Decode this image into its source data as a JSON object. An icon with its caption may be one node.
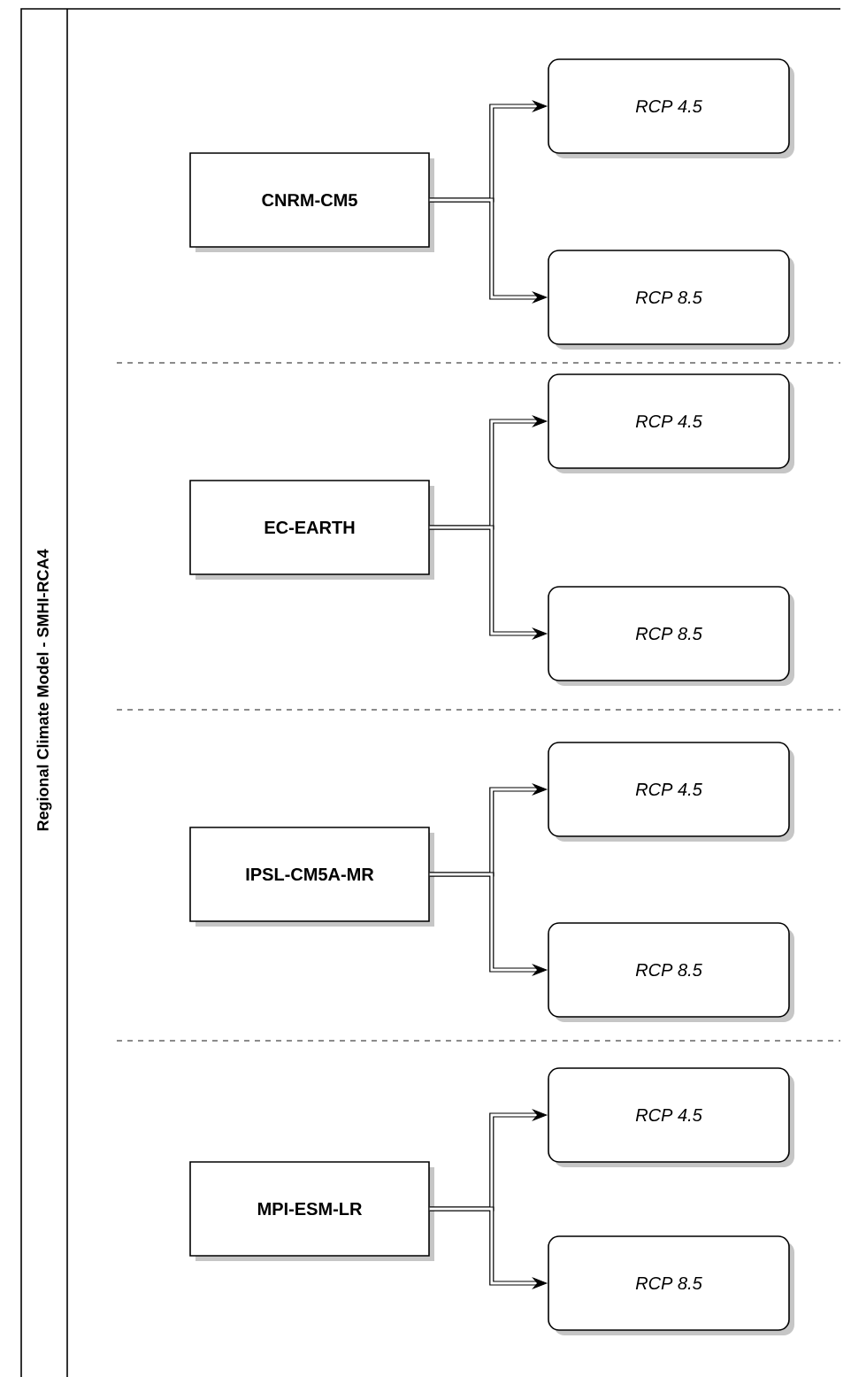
{
  "diagram": {
    "nodes": [
      {
        "text": [
          "Regional Climate Model - SMHI-RCA4"
        ]
      },
      {
        "text": [
          "CNRM-CM5"
        ],
        "in": 0
      },
      {
        "text": [
          "RCP 4.5"
        ],
        "in": 0
      },
      {
        "text": [
          "RCP 8.5"
        ],
        "in": 0
      },
      {
        "text": [
          "EC-EARTH"
        ],
        "in": 0
      },
      {
        "text": [
          "RCP 4.5"
        ],
        "in": 0
      },
      {
        "text": [
          "RCP 8.5"
        ],
        "in": 0
      },
      {
        "text": [
          "IPSL-CM5A-MR"
        ],
        "in": 0
      },
      {
        "text": [
          "RCP 4.5"
        ],
        "in": 0
      },
      {
        "text": [
          "RCP 8.5"
        ],
        "in": 0
      },
      {
        "text": [
          "MPI-ESM-LR"
        ],
        "in": 0
      },
      {
        "text": [
          "RCP 4.5"
        ],
        "in": 0
      },
      {
        "text": [
          "RCP 8.5"
        ],
        "in": 0
      }
    ],
    "edges": [
      {
        "from": 1,
        "to": 2,
        "arrow": "to"
      },
      {
        "from": 1,
        "to": 3,
        "arrow": "to"
      },
      {
        "from": 4,
        "to": 5,
        "arrow": "to"
      },
      {
        "from": 4,
        "to": 6,
        "arrow": "to"
      },
      {
        "from": 7,
        "to": 8,
        "arrow": "to"
      },
      {
        "from": 7,
        "to": 9,
        "arrow": "to"
      },
      {
        "from": 10,
        "to": 11,
        "arrow": "to"
      },
      {
        "from": 10,
        "to": 12,
        "arrow": "to"
      }
    ]
  }
}
